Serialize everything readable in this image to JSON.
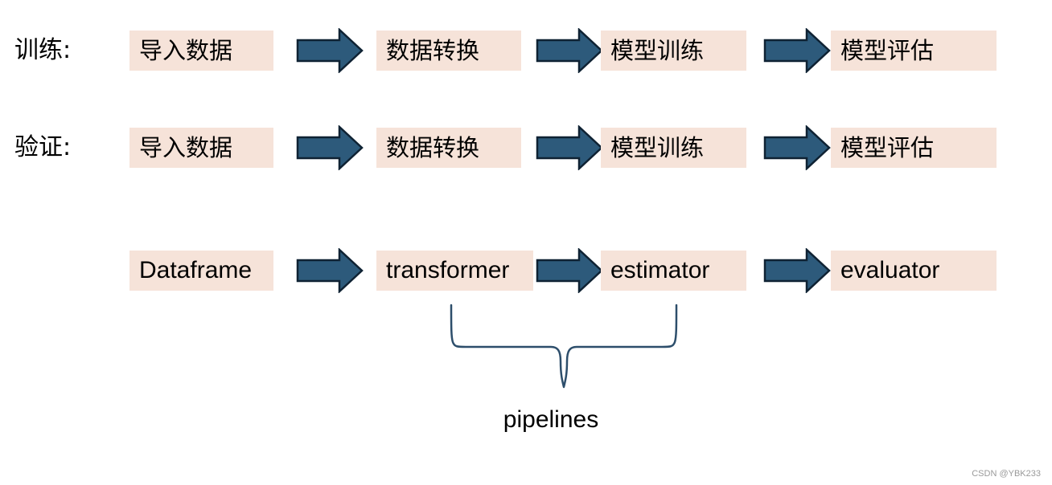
{
  "rows": [
    {
      "label": "训练:",
      "steps": [
        "导入数据",
        "数据转换",
        "模型训练",
        "模型评估"
      ]
    },
    {
      "label": "验证:",
      "steps": [
        "导入数据",
        "数据转换",
        "模型训练",
        "模型评估"
      ]
    },
    {
      "label": "",
      "steps": [
        "Dataframe",
        "transformer",
        "estimator",
        "evaluator"
      ]
    }
  ],
  "group": {
    "label": "pipelines"
  },
  "watermark": "CSDN @YBK233",
  "colors": {
    "box_fill": "#f6e3d9",
    "arrow_fill": "#2d5a7b",
    "arrow_stroke": "#0f2233",
    "brace": "#2d4e6b"
  },
  "icons": {
    "arrow": "block-arrow-right-icon",
    "brace": "curly-brace-down-icon"
  }
}
